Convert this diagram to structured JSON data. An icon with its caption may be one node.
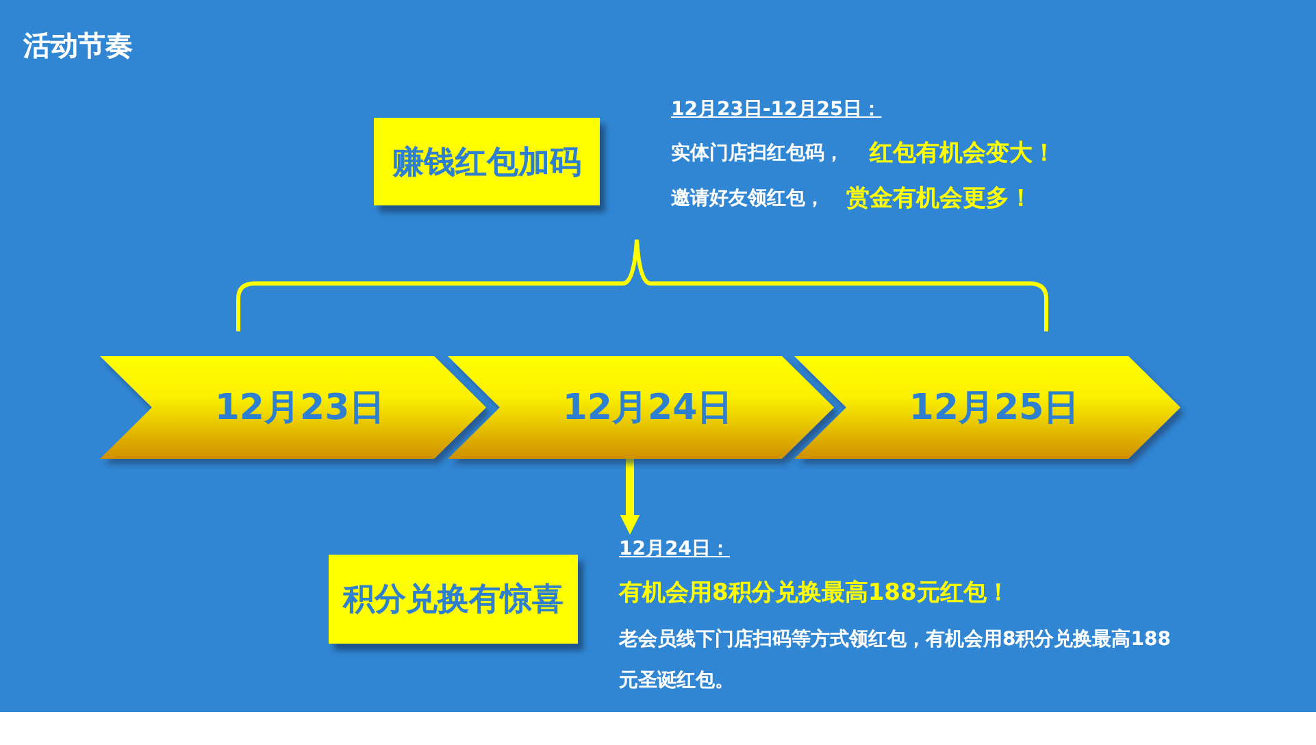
{
  "diagram": {
    "title": "活动节奏",
    "nodes": [
      {
        "text": [
          "赚钱红包加码"
        ]
      },
      {
        "text": [
          "12月23日"
        ]
      },
      {
        "text": [
          "12月24日"
        ]
      },
      {
        "text": [
          "12月25日"
        ]
      },
      {
        "text": [
          "积分兑换有惊喜"
        ]
      },
      {
        "text": [
          "12月24日："
        ]
      }
    ],
    "edges": [
      {
        "from": 2,
        "to": 5,
        "arrow": "to"
      }
    ],
    "labels": [
      "12月23日-12月25日：",
      "实体门店扫红包码，",
      "红包有机会变大！",
      "邀请好友领红包，",
      "赏金有机会更多！",
      "有机会用8积分兑换最高188元红包！",
      "老会员线下门店扫码等方式领红包，有机会用8积分兑换最高188元圣诞红包。"
    ]
  }
}
